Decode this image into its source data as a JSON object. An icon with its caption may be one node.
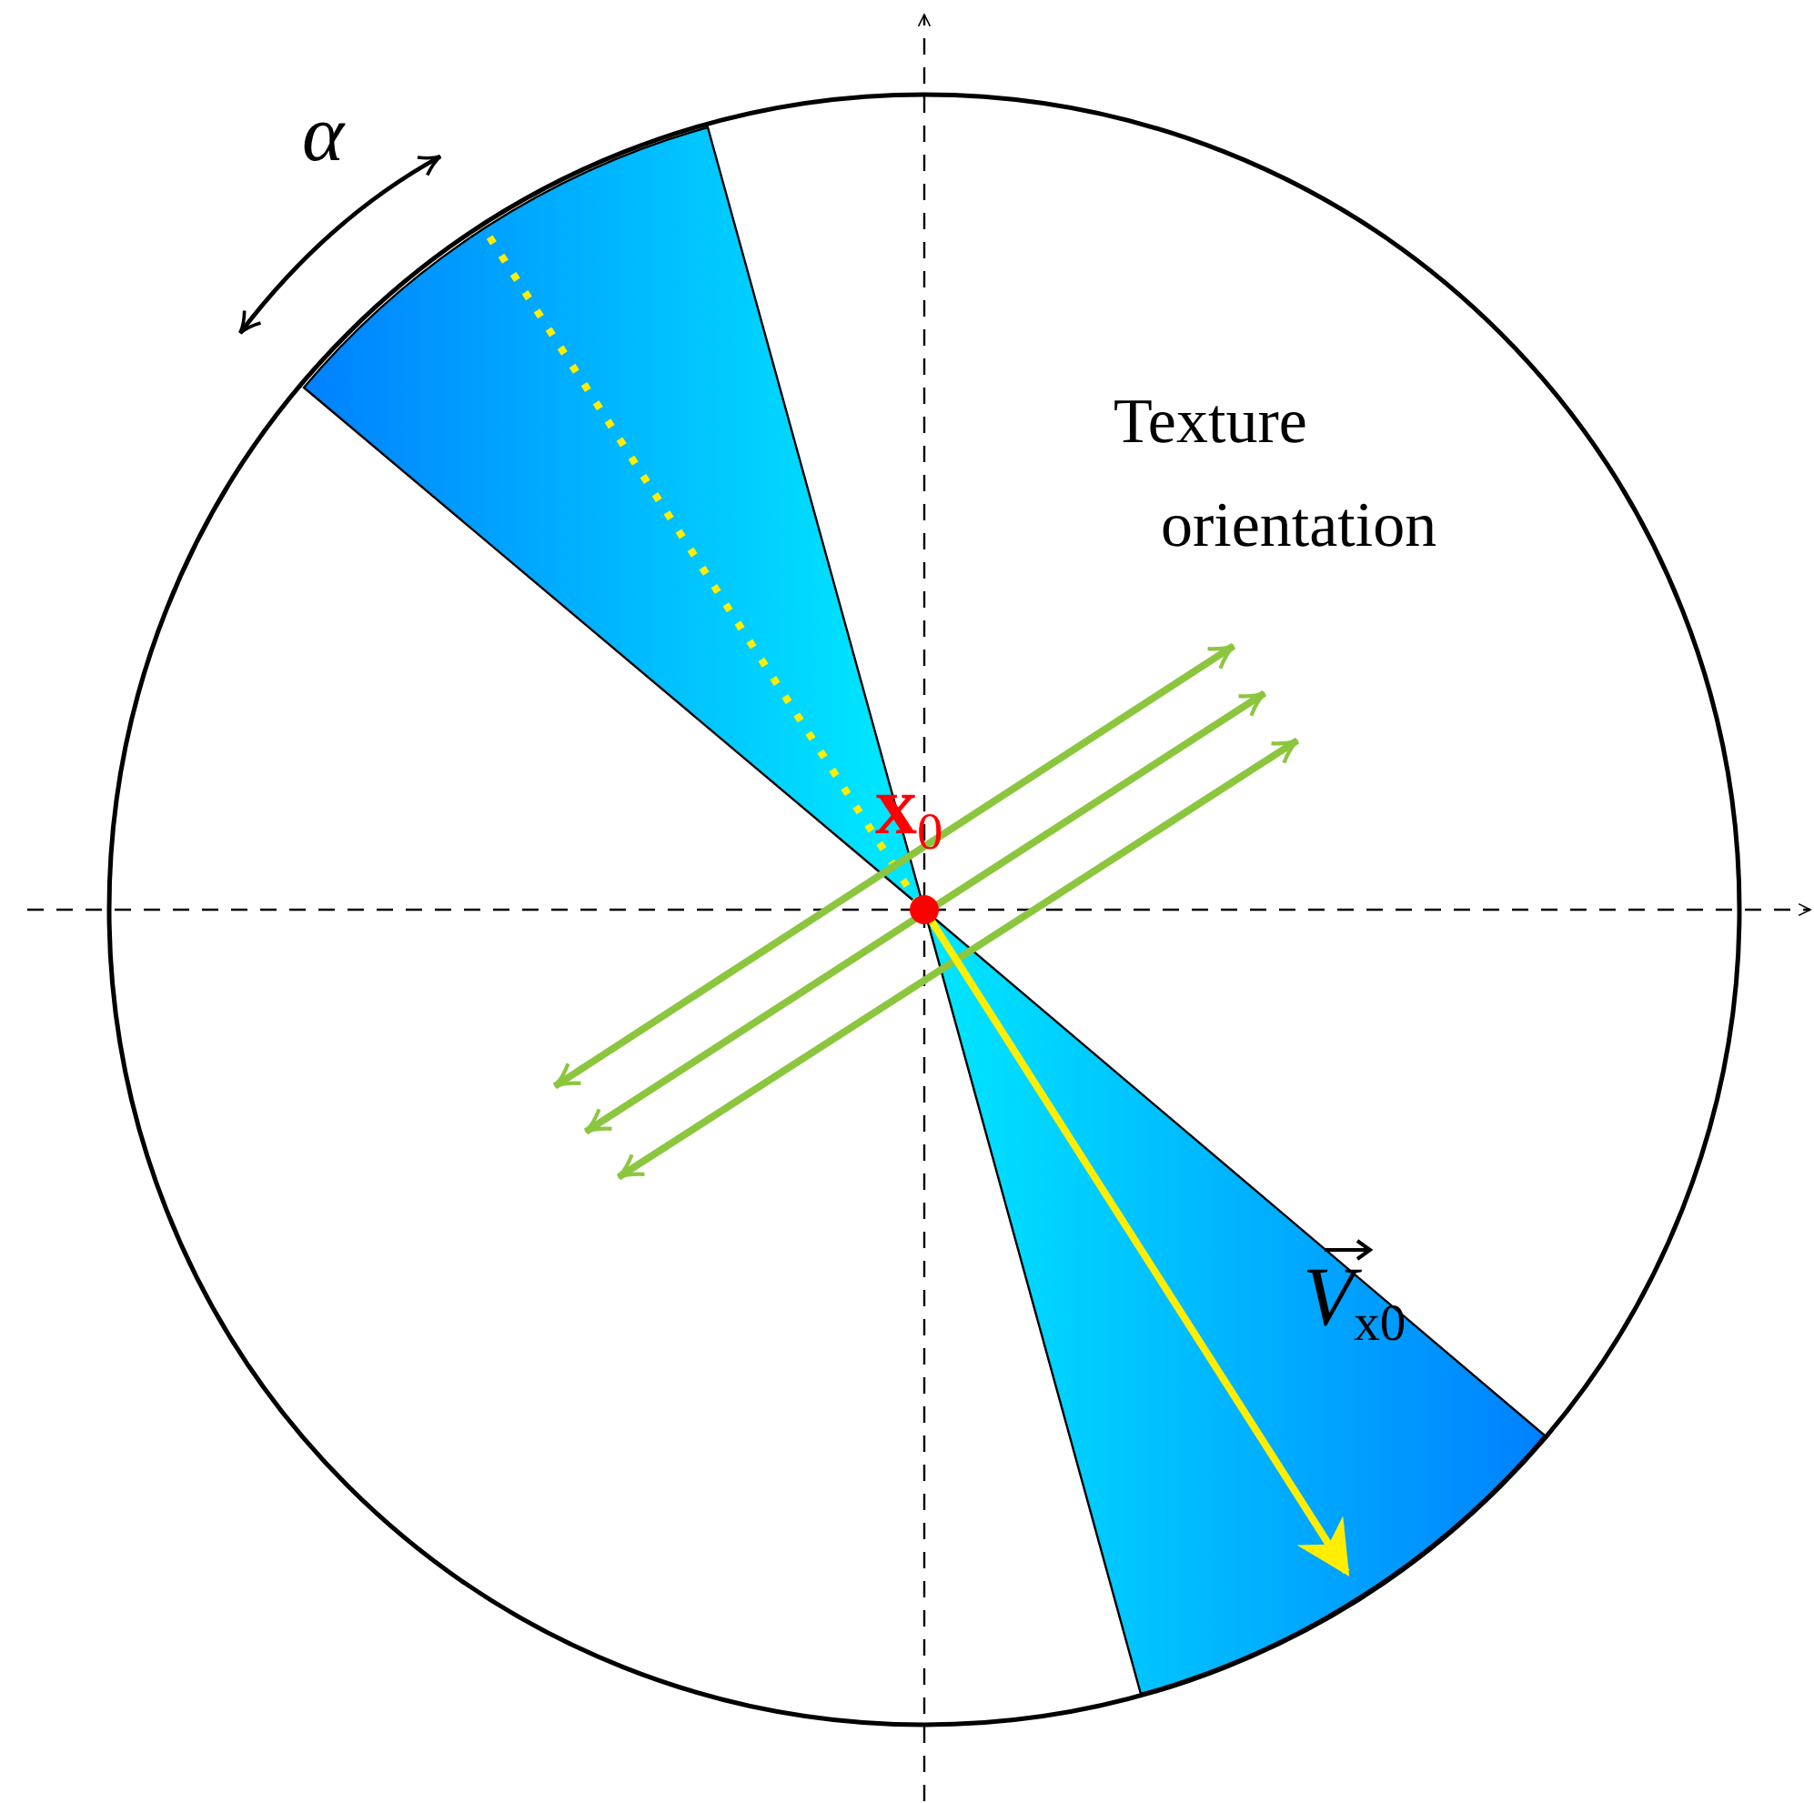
{
  "diagram": {
    "labels": [
      "α",
      "Texture orientation",
      "**x**$_{0}$",
      "V$_{x0}$"
    ]
  }
}
